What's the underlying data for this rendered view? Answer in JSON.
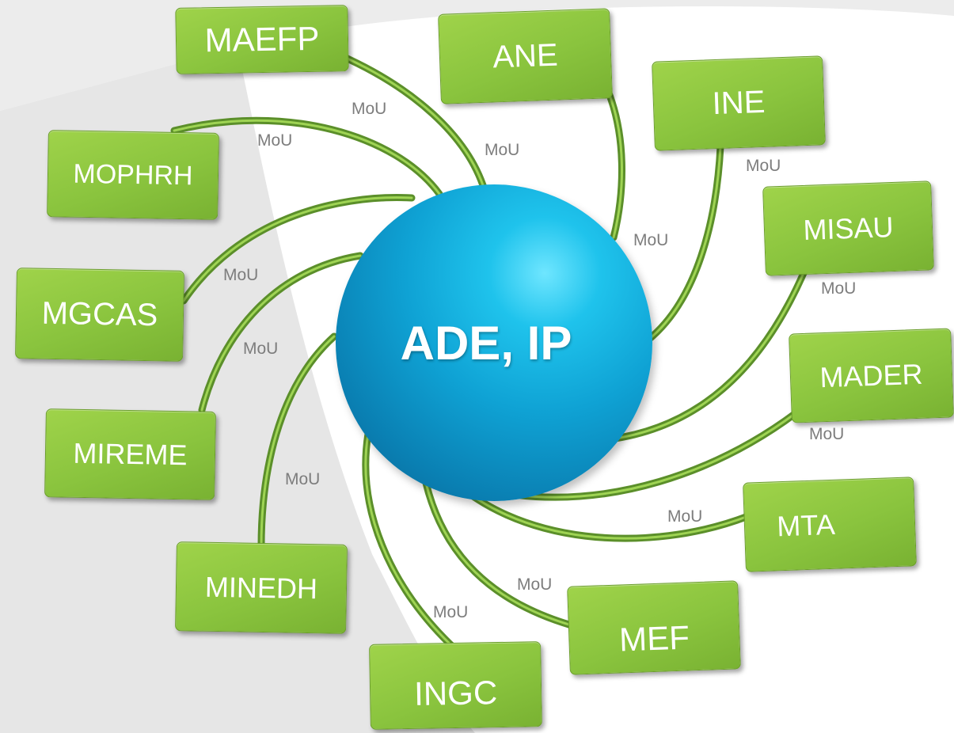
{
  "hub": {
    "label": "ADE, IP"
  },
  "partners": [
    {
      "id": "maefp",
      "label": "MAEFP",
      "link_label": "MoU"
    },
    {
      "id": "ane",
      "label": "ANE",
      "link_label": "MoU"
    },
    {
      "id": "ine",
      "label": "INE",
      "link_label": "MoU"
    },
    {
      "id": "misau",
      "label": "MISAU",
      "link_label": "MoU"
    },
    {
      "id": "mader",
      "label": "MADER",
      "link_label": "MoU"
    },
    {
      "id": "mta",
      "label": "MTA",
      "link_label": "MoU"
    },
    {
      "id": "mef",
      "label": "MEF",
      "link_label": "MoU"
    },
    {
      "id": "ingc",
      "label": "INGC",
      "link_label": "MoU"
    },
    {
      "id": "minedh",
      "label": "MINEDH",
      "link_label": "MoU"
    },
    {
      "id": "mireme",
      "label": "MIREME",
      "link_label": "MoU"
    },
    {
      "id": "mgcas",
      "label": "MGCAS",
      "link_label": "MoU"
    },
    {
      "id": "mophrh",
      "label": "MOPHRH",
      "link_label": "MoU"
    }
  ],
  "colors": {
    "node_fill": "#8ac43e",
    "node_border": "#6a9e2a",
    "link_stroke": "#6aa033",
    "hub_fill": "#0fa2d4",
    "label_gray": "#7d7d7d",
    "background_gray": "#e6e6e6"
  }
}
